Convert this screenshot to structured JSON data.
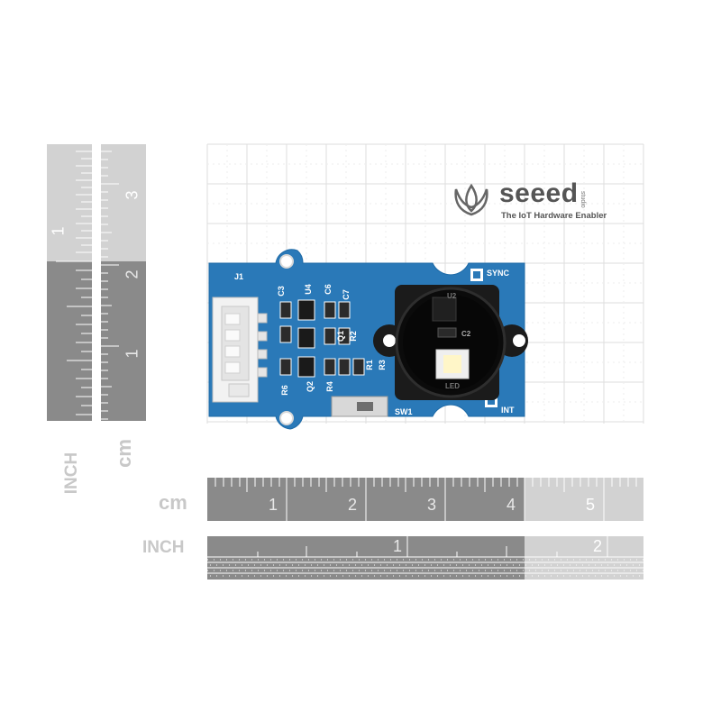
{
  "logo": {
    "brand": "seeed",
    "sub": "studio",
    "tagline": "The IoT Hardware Enabler"
  },
  "rulers": {
    "cm_horizontal": {
      "unit": "cm",
      "ticks": [
        "1",
        "2",
        "3",
        "4",
        "5"
      ]
    },
    "inch_horizontal": {
      "unit": "INCH",
      "ticks": [
        "1",
        "2"
      ]
    },
    "cm_vertical": {
      "unit": "cm",
      "ticks": [
        "1",
        "2",
        "3"
      ]
    },
    "inch_vertical": {
      "unit": "INCH",
      "ticks": [
        "1"
      ]
    }
  },
  "board": {
    "color": "#2a79b8",
    "labels": [
      "J1",
      "C3",
      "U4",
      "C6",
      "C7",
      "Q1",
      "R2",
      "R1",
      "R3",
      "Q2",
      "R4",
      "R6",
      "SW1",
      "SYNC",
      "INT",
      "U2",
      "C2",
      "LED"
    ]
  }
}
